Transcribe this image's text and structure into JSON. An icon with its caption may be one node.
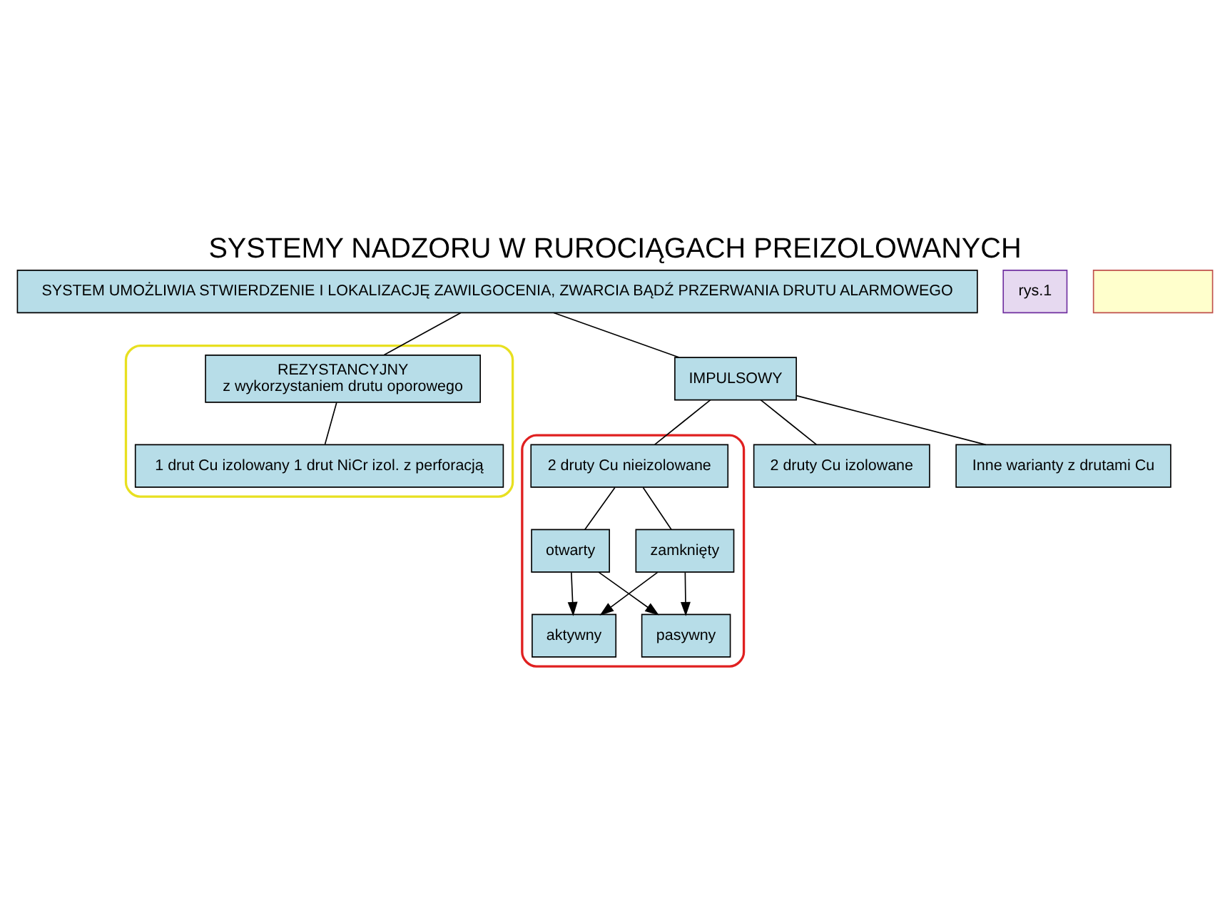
{
  "diagram": {
    "title": "SYSTEMY NADZORU W RUROCIĄGACH PREIZOLOWANYCH",
    "nodes": [
      {
        "text": [
          "SYSTEM UMOŻLIWIA STWIERDZENIE I LOKALIZACJĘ ZAWILGOCENIA, ZWARCIA BĄDŹ PRZERWANIA DRUTU ALARMOWEGO"
        ]
      },
      {
        "text": [
          "IMPULSOWY"
        ]
      },
      {
        "text": [],
        "shape": "cloud"
      },
      {
        "text": [
          "2 druty Cu nieizolowane"
        ],
        "in": 2
      },
      {
        "text": [
          "2 druty Cu izolowane"
        ]
      },
      {
        "text": [
          "Inne warianty z drutami Cu"
        ]
      },
      {
        "text": [
          "otwarty"
        ],
        "in": 2
      },
      {
        "text": [
          "zamknięty"
        ],
        "in": 2
      },
      {
        "text": [
          "aktywny"
        ],
        "in": 2
      },
      {
        "text": [
          "pasywny"
        ],
        "in": 2
      },
      {
        "text": [],
        "shape": "cloud"
      },
      {
        "text": [
          "REZYSTANCYJNY",
          "z wykorzystaniem drutu oporowego"
        ],
        "in": 10
      },
      {
        "text": [
          "1 drut Cu izolowany 1 drut NiCr izol. z perforacją"
        ],
        "in": 10
      },
      {
        "text": [
          "rys.1"
        ]
      },
      {
        "text": [],
        "shape": "box"
      }
    ],
    "edges": [
      {
        "from": 0,
        "to": 1,
        "arrow": "none"
      },
      {
        "from": 0,
        "to": 11,
        "arrow": "none"
      },
      {
        "from": 1,
        "to": 3,
        "arrow": "none"
      },
      {
        "from": 1,
        "to": 4,
        "arrow": "none"
      },
      {
        "from": 1,
        "to": 5,
        "arrow": "none"
      },
      {
        "from": 11,
        "to": 12,
        "arrow": "none"
      },
      {
        "from": 3,
        "to": 6,
        "arrow": "none"
      },
      {
        "from": 3,
        "to": 7,
        "arrow": "none"
      },
      {
        "from": 6,
        "to": 8,
        "arrow": "to"
      },
      {
        "from": 6,
        "to": 9,
        "arrow": "to"
      },
      {
        "from": 7,
        "to": 8,
        "arrow": "to"
      },
      {
        "from": 7,
        "to": 9,
        "arrow": "to"
      }
    ]
  }
}
